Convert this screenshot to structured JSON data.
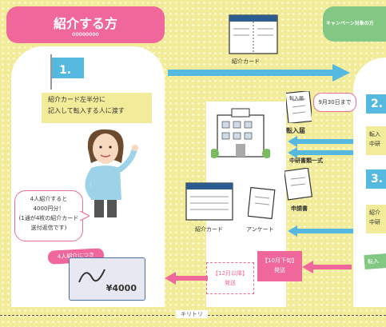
{
  "referrer": {
    "title": "紹介する方",
    "subtitle": "00000000",
    "step_number": "1.",
    "instruction": "紹介カード左半分に\n記入して転入する人に渡す",
    "reward_bubble": "4人紹介すると\n4000円分！\n(1通が4枚の紹介カード\n送付返信です)",
    "badge": "4人紹介につき",
    "voucher_value": "¥4000"
  },
  "receiver": {
    "title": "キャンペーン対象の方",
    "step_number_2": "2.",
    "step_text_2": "転入\n中研",
    "step_number_3": "3.",
    "step_text_3": "紹介\n中研",
    "truncated_label": "転入"
  },
  "center": {
    "card_label_top": "紹介カード",
    "form1_top": "転入届",
    "deadline_top": "9月30日まで",
    "moving_docs": "転入届",
    "documents_set": "中研書類一式",
    "application": "申請書",
    "card_label_bottom": "紹介カード",
    "survey": "アンケート",
    "dispatch_left": "【12月以降】\n発送",
    "dispatch_right": "【10月下旬】\n発送"
  },
  "footer": {
    "cut_line": "キリトリ"
  },
  "colors": {
    "pink": "#f0679b",
    "green": "#82c784",
    "blue": "#55b9df",
    "yellow": "#f2ec9a"
  }
}
